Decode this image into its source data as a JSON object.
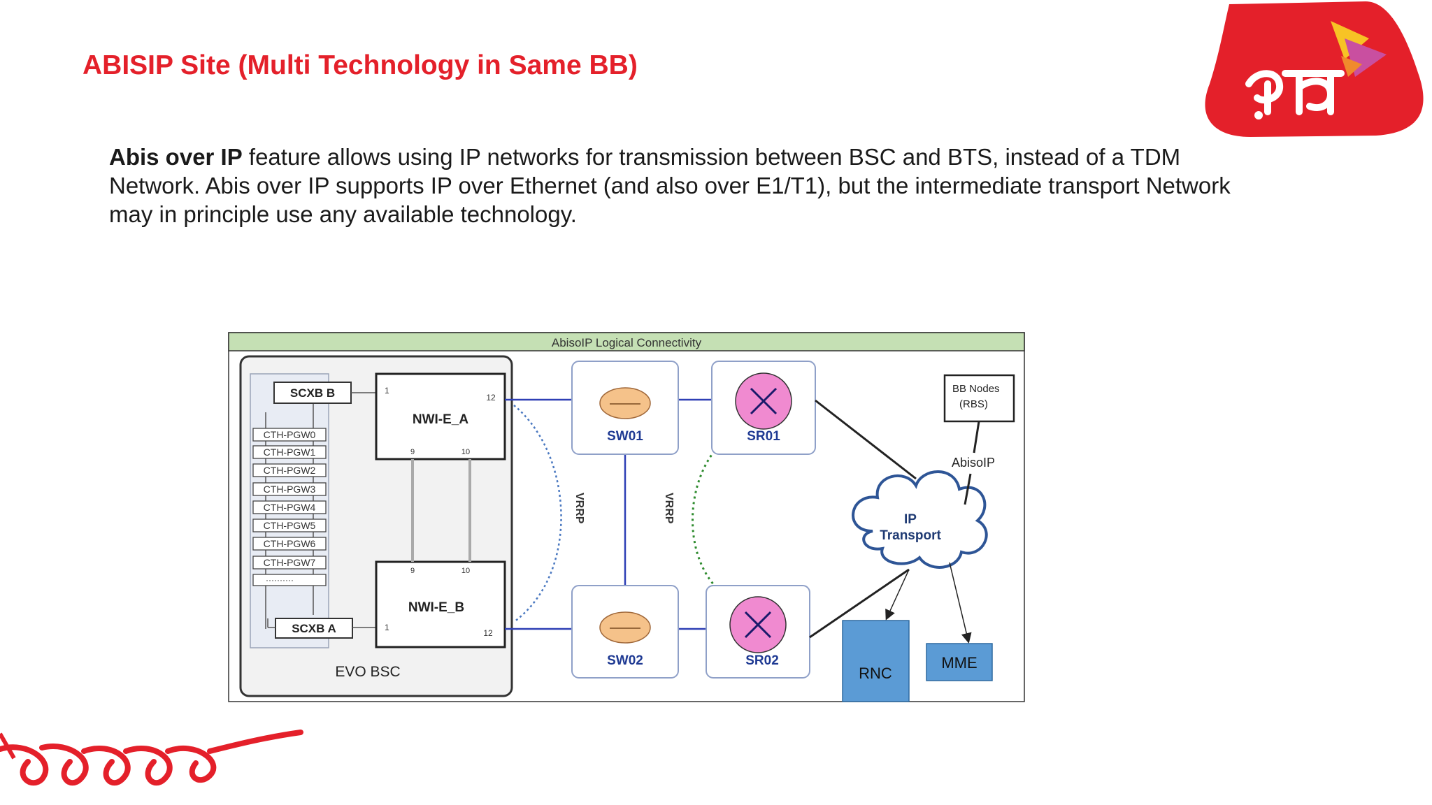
{
  "slide": {
    "title": "ABISIP Site (Multi Technology in Same BB)",
    "description_bold": "Abis over IP",
    "description_rest": " feature allows using IP networks for transmission between BSC and BTS, instead of a TDM Network. Abis over IP supports IP over Ethernet (and also over E1/T1), but the intermediate transport Network may in principle use any available technology."
  },
  "diagram": {
    "header": "AbisoIP Logical Connectivity",
    "scxb_b": "SCXB B",
    "scxb_a": "SCXB A",
    "pgw_boards": [
      "CTH-PGW0",
      "CTH-PGW1",
      "CTH-PGW2",
      "CTH-PGW3",
      "CTH-PGW4",
      "CTH-PGW5",
      "CTH-PGW6",
      "CTH-PGW7"
    ],
    "pgw_more": "··········",
    "nwi_a": "NWI-E_A",
    "nwi_b": "NWI-E_B",
    "ports": {
      "p1": "1",
      "p9": "9",
      "p10": "10",
      "p12": "12"
    },
    "evo_bsc": "EVO BSC",
    "sw01": "SW01",
    "sw02": "SW02",
    "sr01": "SR01",
    "sr02": "SR02",
    "vrrp_left": "VRRP",
    "vrrp_right": "VRRP",
    "bb_nodes_line1": "BB Nodes",
    "bb_nodes_line2": "(RBS)",
    "abisoip": "AbisoIP",
    "ip_transport_line1": "IP",
    "ip_transport_line2": "Transport",
    "rnc": "RNC",
    "mme": "MME"
  },
  "colors": {
    "title_red": "#e4202a",
    "header_green": "#c5e0b4",
    "node_blue": "#5b9bd5",
    "link_blue": "#2e3fb5",
    "vrrp_green": "#2e8b2e",
    "switch_orange": "#f5c28a",
    "router_pink": "#f08ad0"
  },
  "icons": {
    "logo": "robi-logo",
    "bottom_decoration": "bangla-script-decoration"
  }
}
